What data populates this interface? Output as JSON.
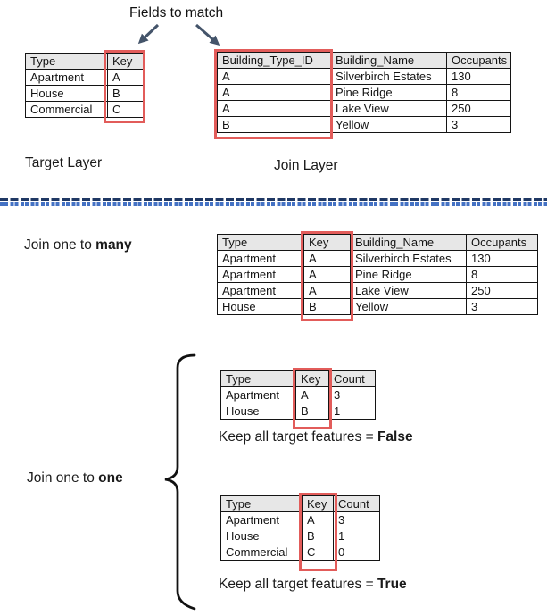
{
  "title": "Fields to match",
  "labels": {
    "target_layer": "Target Layer",
    "join_layer": "Join Layer",
    "join_many_prefix": "Join one to ",
    "join_many_bold": "many",
    "join_one_prefix": "Join one to ",
    "join_one_bold": "one",
    "keep_false_prefix": "Keep all target features = ",
    "keep_false_bold": "False",
    "keep_true_prefix": "Keep all target features = ",
    "keep_true_bold": "True"
  },
  "colors": {
    "highlight_red": "#e25c5a",
    "arrow_navy": "#44546a",
    "divider_blue": "#4472c4",
    "divider_navy": "#1f3864",
    "header_gray": "#e7e7e7",
    "table_border": "#141414",
    "text": "#1a1a1a"
  },
  "tables": {
    "target": {
      "headers": [
        "Type",
        "Key"
      ],
      "rows": [
        [
          "Apartment",
          "A"
        ],
        [
          "House",
          "B"
        ],
        [
          "Commercial",
          "C"
        ]
      ]
    },
    "join": {
      "headers": [
        "Building_Type_ID",
        "Building_Name",
        "Occupants"
      ],
      "rows": [
        [
          "A",
          "Silverbirch Estates",
          "130"
        ],
        [
          "A",
          "Pine Ridge",
          "8"
        ],
        [
          "A",
          "Lake View",
          "250"
        ],
        [
          "B",
          "Yellow",
          "3"
        ]
      ]
    },
    "one_to_many": {
      "headers": [
        "Type",
        "Key",
        "Building_Name",
        "Occupants"
      ],
      "rows": [
        [
          "Apartment",
          "A",
          "Silverbirch Estates",
          "130"
        ],
        [
          "Apartment",
          "A",
          "Pine Ridge",
          "8"
        ],
        [
          "Apartment",
          "A",
          "Lake View",
          "250"
        ],
        [
          "House",
          "B",
          "Yellow",
          "3"
        ]
      ]
    },
    "one_to_one_false": {
      "headers": [
        "Type",
        "Key",
        "Count"
      ],
      "rows": [
        [
          "Apartment",
          "A",
          "3"
        ],
        [
          "House",
          "B",
          "1"
        ]
      ]
    },
    "one_to_one_true": {
      "headers": [
        "Type",
        "Key",
        "Count"
      ],
      "rows": [
        [
          "Apartment",
          "A",
          "3"
        ],
        [
          "House",
          "B",
          "1"
        ],
        [
          "Commercial",
          "C",
          "0"
        ]
      ]
    }
  }
}
